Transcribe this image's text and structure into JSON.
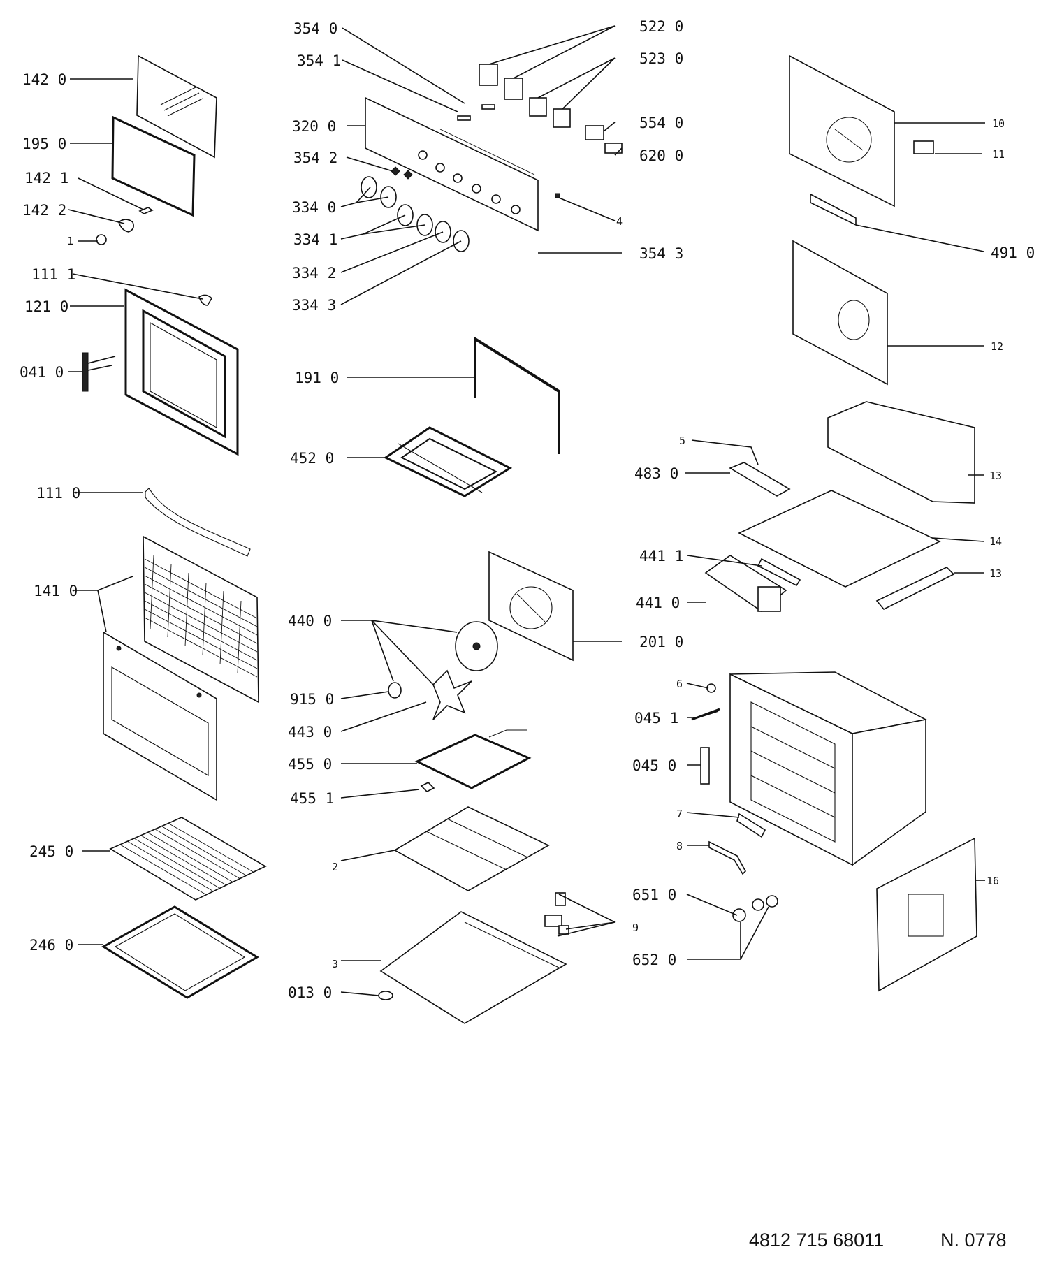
{
  "callouts": {
    "c1420": "142  0",
    "c1950": "195  0",
    "c1421": "142  1",
    "c1422": "142  2",
    "c1": "1",
    "c1111": "111  1",
    "c1210": "121  0",
    "c0410": "041  0",
    "c1110": "111  0",
    "c1410": "141  0",
    "c2450": "245  0",
    "c2460": "246  0",
    "c3540": "354  0",
    "c3541": "354  1",
    "c3200": "320  0",
    "c3542": "354  2",
    "c3340": "334  0",
    "c3341": "334  1",
    "c3342": "334  2",
    "c3343": "334  3",
    "c3543": "354  3",
    "c4": "4",
    "c5220": "522  0",
    "c5230": "523  0",
    "c5540": "554  0",
    "c6200": "620  0",
    "c1910": "191  0",
    "c4520": "452  0",
    "c4400": "440  0",
    "c9150": "915  0",
    "c4430": "443  0",
    "c4550": "455  0",
    "c4551": "455  1",
    "c2": "2",
    "c3": "3",
    "c0130": "013  0",
    "c9": "9",
    "c2010": "201  0",
    "c10": "10",
    "c11": "11",
    "c4910": "491  0",
    "c12": "12",
    "c5": "5",
    "c4830": "483  0",
    "c13a": "13",
    "c14": "14",
    "c13b": "13",
    "c4411": "441  1",
    "c4410": "441  0",
    "c6": "6",
    "c0451": "045  1",
    "c0450": "045  0",
    "c7": "7",
    "c8": "8",
    "c6510": "651  0",
    "c6520": "652  0",
    "c16": "16"
  },
  "footer": {
    "document_number": "4812 715 68011",
    "revision": "N. 0778"
  }
}
